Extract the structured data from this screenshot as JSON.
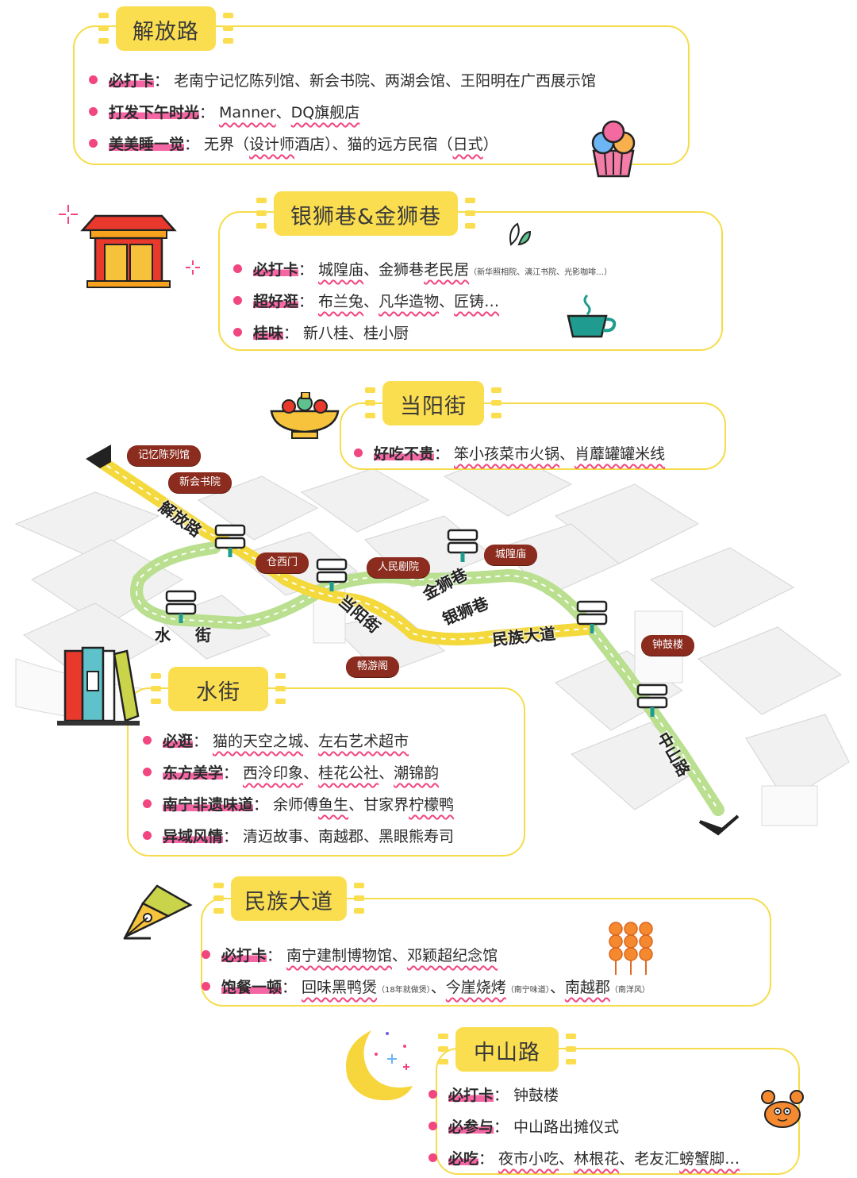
{
  "sections": {
    "jiefang": {
      "title": "解放路",
      "items": [
        {
          "key": "必打卡",
          "text": "老南宁记忆陈列馆、新会书院、两湖会馆、王阳明在广西展示馆"
        },
        {
          "key": "打发下午时光",
          "t1": "Manner",
          "t2": "、",
          "t3": "DQ旗舰店"
        },
        {
          "key": "美美睡一觉",
          "t1": "无界（",
          "t2": "设计师",
          "t3": "酒店）、猫的远方民宿（",
          "t4": "日式",
          "t5": "）"
        }
      ]
    },
    "yinshi": {
      "title": "银狮巷&金狮巷",
      "items": [
        {
          "key": "必打卡",
          "t1": "城隍庙",
          "t2": "、金狮巷",
          "t3": "老民居",
          "note": "（新华照相院、漓江书院、光影咖啡…）"
        },
        {
          "key": "超好逛",
          "t1": "布兰兔",
          "t2": "、",
          "t3": "凡华造物",
          "t4": "、",
          "t5": "匠铸…"
        },
        {
          "key": "桂味",
          "text": "新八桂、桂小厨"
        }
      ]
    },
    "dangyang": {
      "title": "当阳街",
      "items": [
        {
          "key": "好吃不贵",
          "t1": "笨小孩菜市火锅",
          "t2": "、",
          "t3": "肖蘼罐罐米线"
        }
      ]
    },
    "shuijie": {
      "title": "水街",
      "items": [
        {
          "key": "必逛",
          "t1": "猫的天空之城",
          "t2": "、",
          "t3": "左右艺术超市"
        },
        {
          "key": "东方美学",
          "t1": "西泠印象",
          "t2": "、",
          "t3": "桂花公社",
          "t4": "、",
          "t5": "潮锦韵"
        },
        {
          "key": "南宁非遗味道",
          "t1": "余师傅",
          "t2": "鱼生",
          "t3": "、甘家界",
          "t4": "柠檬鸭"
        },
        {
          "key": "异域风情",
          "text": "清迈故事、南越郡、黑眼熊寿司"
        }
      ]
    },
    "minzu": {
      "title": "民族大道",
      "items": [
        {
          "key": "必打卡",
          "t1": "南宁建制博物馆",
          "t2": "、",
          "t3": "邓颖超纪念馆"
        },
        {
          "key": "饱餐一顿",
          "t1": "回味黑鸭煲",
          "n1": "（18年就做煲）",
          "t2": "、",
          "t3": "今崖烧烤",
          "n2": "（南宁味道）",
          "t4": "、",
          "t5": "南越郡",
          "n3": "（南洋风）"
        }
      ]
    },
    "zhongshan": {
      "title": "中山路",
      "items": [
        {
          "key": "必打卡",
          "text": "钟鼓楼"
        },
        {
          "key": "必参与",
          "text": "中山路出摊仪式"
        },
        {
          "key": "必吃",
          "t1": "夜市小吃",
          "t2": "、",
          "t3": "林根花",
          "t4": "、老友汇",
          "t5": "螃蟹脚…"
        }
      ]
    }
  },
  "map": {
    "pins": [
      "记忆陈列馆",
      "新会书院",
      "仓西门",
      "人民剧院",
      "城隍庙",
      "钟鼓楼",
      "畅游阁"
    ],
    "roads": [
      "解放路",
      "当阳街",
      "金狮巷",
      "银狮巷",
      "民族大道",
      "水",
      "街",
      "中山路"
    ]
  },
  "colors": {
    "accent_yellow": "#fbde4f",
    "card_border": "#f6dc4a",
    "highlight_pink": "#f566a5",
    "bullet_pink": "#f2467f",
    "pin_brown": "#8b2c1e",
    "route_yellow": "#f4d93c",
    "route_green": "#b9df8f"
  },
  "icons": [
    "cupcake-icon",
    "chinese-gate-icon",
    "leaf-icon",
    "tea-cup-icon",
    "hotpot-bowl-icon",
    "books-icon",
    "pen-nib-icon",
    "skewer-icon",
    "moon-icon",
    "crab-icon",
    "signpost-icon",
    "arrow-icon"
  ]
}
